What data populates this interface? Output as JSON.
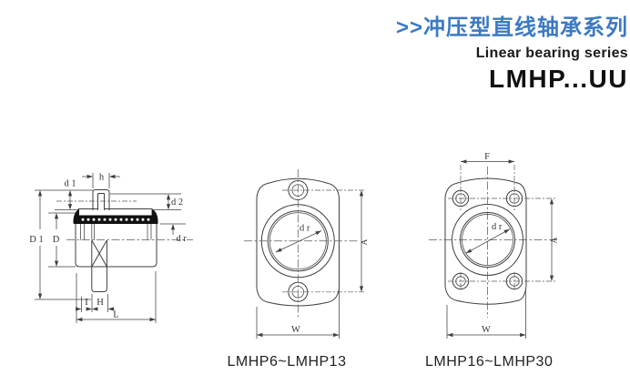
{
  "header": {
    "series_title_zh": ">>冲压型直线轴承系列",
    "series_subtitle_en": "Linear bearing series",
    "model_code": "LMHP...UU"
  },
  "colors": {
    "accent_blue": "#3b79c4",
    "drawing_line": "#3f3f3f",
    "label_text": "#333333"
  },
  "side_view": {
    "dims": {
      "d1": "d 1",
      "h": "h",
      "d2": "d 2",
      "D1": "D 1",
      "D": "D",
      "dr": "d r",
      "I": "I",
      "H": "H",
      "L": "L"
    }
  },
  "oval_flange_view": {
    "dims": {
      "dr": "d r",
      "A": "A",
      "W": "W"
    },
    "caption": "LMHP6~LMHP13"
  },
  "square_flange_view": {
    "dims": {
      "F": "F",
      "dr": "d r",
      "A": "A",
      "W": "W"
    },
    "caption": "LMHP16~LMHP30"
  }
}
